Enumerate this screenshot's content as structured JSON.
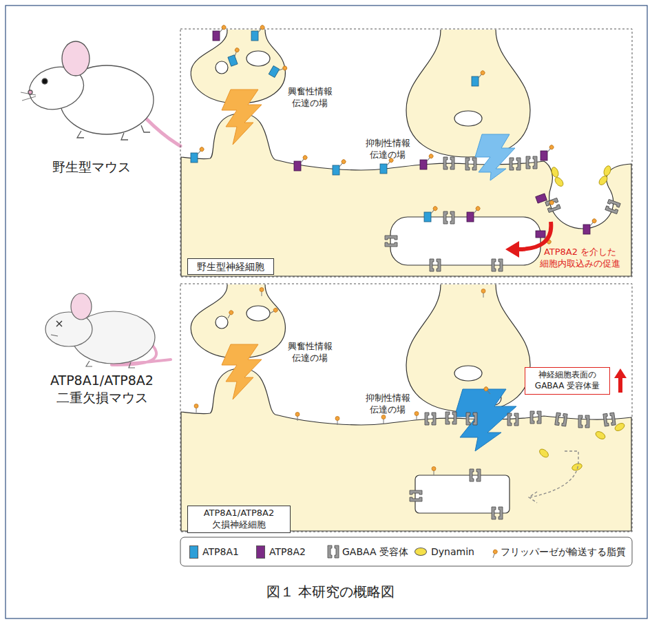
{
  "diagram": {
    "caption": "図１ 本研究の概略図",
    "nodes": [
      {
        "text": [
          "野生型神経細胞"
        ]
      },
      {
        "text": [
          "神経細胞表面の GABAA 受容体量"
        ]
      },
      {
        "text": [
          "ATP8A1/ATP8A2 欠損神経細胞"
        ]
      }
    ],
    "labels": [
      "野生型マウス",
      "興奮性情報 伝達の場",
      "抑制性情報 伝達の場",
      "ATP8A2 を介した 細胞内取込みの促進",
      "ATP8A1/ATP8A2 二重欠損マウス",
      "興奮性情報 伝達の場",
      "抑制性情報 伝達の場"
    ],
    "legend": [
      {
        "text": "ATP8A1",
        "color": "#2e9fd8"
      },
      {
        "text": "ATP8A2",
        "color": "#7b2b85"
      },
      {
        "text": "GABAA 受容体"
      },
      {
        "text": "Dynamin",
        "color": "#f5e04a"
      },
      {
        "text": "フリッパーゼが輸送する脂質"
      }
    ]
  }
}
